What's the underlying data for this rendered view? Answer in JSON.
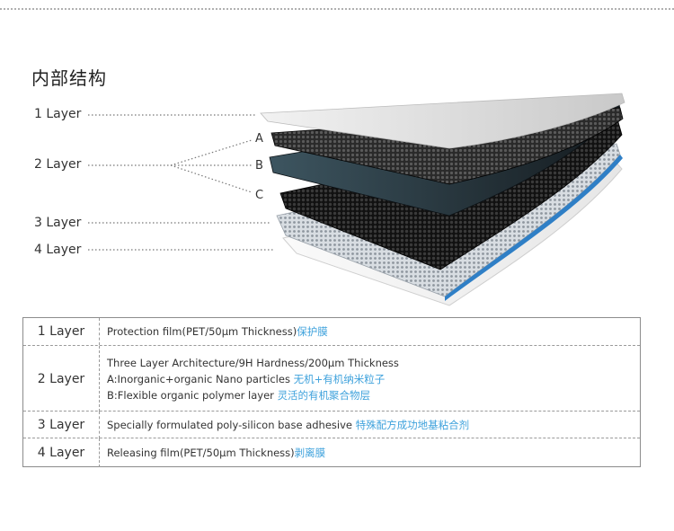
{
  "section_title": "内部结构",
  "layer_labels": [
    "1 Layer",
    "2 Layer",
    "3 Layer",
    "4 Layer"
  ],
  "sublayers": [
    "A",
    "B",
    "C"
  ],
  "table": {
    "rows": [
      {
        "label": "1 Layer",
        "lines": [
          {
            "en": "Protection film(PET/50μm Thickness)",
            "cn": "保护膜"
          }
        ]
      },
      {
        "label": "2 Layer",
        "lines": [
          {
            "en": "Three Layer Architecture/9H Hardness/200μm Thickness",
            "cn": ""
          },
          {
            "en": "A:Inorganic+organic Nano particles ",
            "cn": "无机+有机纳米粒子"
          },
          {
            "en": "B:Flexible organic polymer layer ",
            "cn": "灵活的有机聚合物层"
          }
        ]
      },
      {
        "label": "3 Layer",
        "lines": [
          {
            "en": "Specially formulated poly-silicon base adhesive ",
            "cn": "特殊配方成功地基粘合剂"
          }
        ]
      },
      {
        "label": "4 Layer",
        "lines": [
          {
            "en": "Releasing film(PET/50μm Thickness)",
            "cn": "剥离膜"
          }
        ]
      }
    ]
  },
  "colors": {
    "chinese_accent": "#3fa2dc",
    "layer_dark": "#1a1a1a",
    "adhesive_blue": "#2f7fc6"
  }
}
